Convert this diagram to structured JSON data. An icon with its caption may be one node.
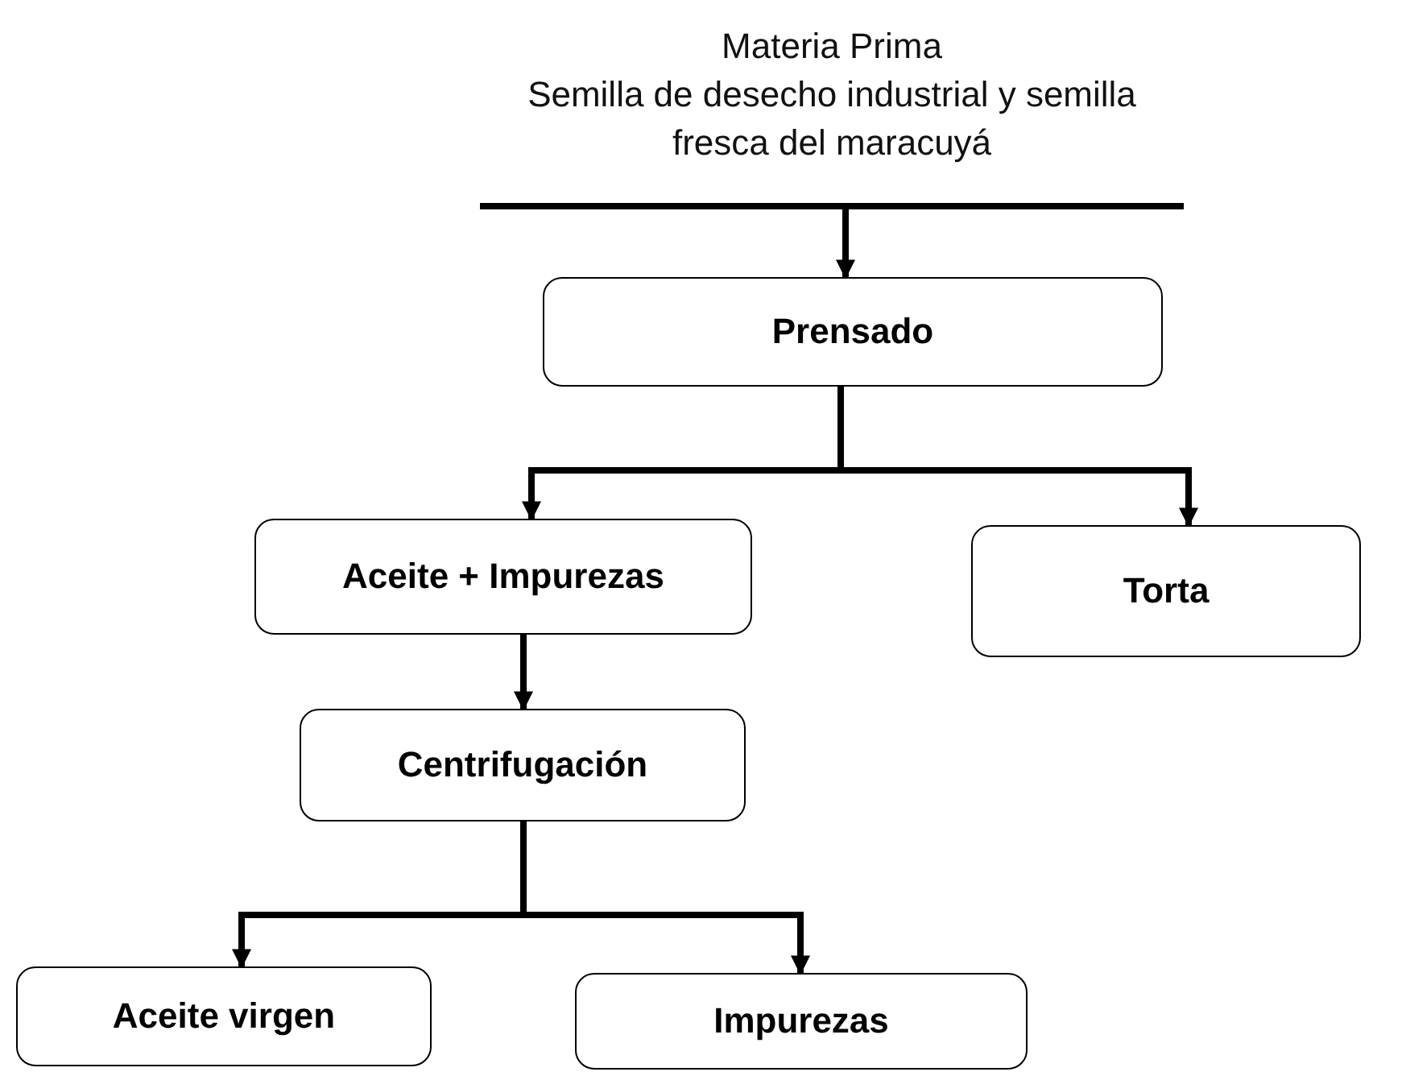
{
  "diagram": {
    "nodes": [
      {
        "text": [
          "Materia Prima",
          "Semilla de desecho industrial y semilla fresca del maracuyá"
        ]
      },
      {
        "text": [
          "Prensado"
        ]
      },
      {
        "text": [
          "Aceite + Impurezas"
        ]
      },
      {
        "text": [
          "Torta"
        ]
      },
      {
        "text": [
          "Centrifugación"
        ]
      },
      {
        "text": [
          "Aceite virgen"
        ]
      },
      {
        "text": [
          "Impurezas"
        ]
      }
    ],
    "edges": [
      {
        "from": 0,
        "to": 1,
        "arrow": "to"
      },
      {
        "from": 1,
        "to": 2,
        "arrow": "to"
      },
      {
        "from": 1,
        "to": 3,
        "arrow": "to"
      },
      {
        "from": 2,
        "to": 4,
        "arrow": "to"
      },
      {
        "from": 4,
        "to": 5,
        "arrow": "to"
      },
      {
        "from": 4,
        "to": 6,
        "arrow": "to"
      }
    ]
  }
}
